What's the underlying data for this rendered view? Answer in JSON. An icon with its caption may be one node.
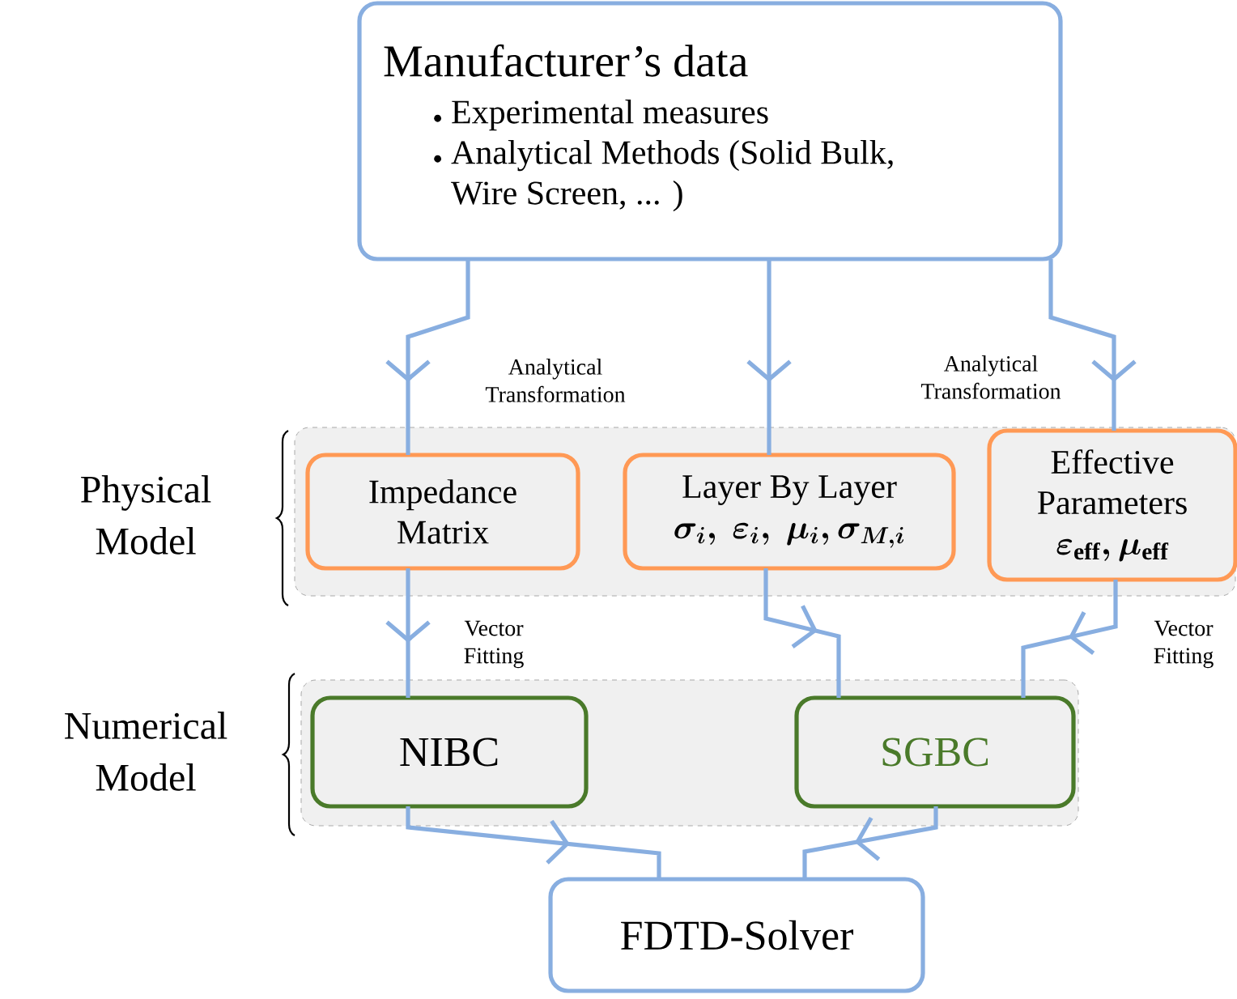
{
  "diagram": {
    "nodes": [
      {
        "text": [
          "Manufacturer’s data",
          "Experimental measures",
          "Analytical Methods (Solid Bulk, Wire Screen, ... )"
        ]
      },
      {
        "text": [
          "Physical Model"
        ]
      },
      {
        "text": [
          "Impedance Matrix"
        ],
        "in": 1
      },
      {
        "text": [
          "Layer By Layer",
          "\\sigma_i,\\ \\varepsilon_i,\\ \\mu_i, \\sigma_{M,i}"
        ],
        "in": 1
      },
      {
        "text": [
          "Effective Parameters",
          "\\varepsilon_{\\mathrm{eff}}, \\mu_{\\mathrm{eff}}"
        ],
        "in": 1
      },
      {
        "text": [
          "Numerical Model"
        ]
      },
      {
        "text": [
          "NIBC"
        ],
        "in": 5
      },
      {
        "text": [
          "SGBC"
        ],
        "in": 5
      },
      {
        "text": [
          "FDTD-Solver"
        ]
      }
    ],
    "edges": [
      {
        "from": 0,
        "to": 2,
        "arrow": "to",
        "label": "Analytical Transformation"
      },
      {
        "from": 0,
        "to": 3,
        "arrow": "to"
      },
      {
        "from": 0,
        "to": 4,
        "arrow": "to",
        "label": "Analytical Transformation"
      },
      {
        "from": 2,
        "to": 6,
        "arrow": "to",
        "label": "Vector Fitting"
      },
      {
        "from": 3,
        "to": 7,
        "arrow": "to"
      },
      {
        "from": 4,
        "to": 7,
        "arrow": "to",
        "label": "Vector Fitting"
      },
      {
        "from": 6,
        "to": 8,
        "arrow": "to"
      },
      {
        "from": 7,
        "to": 8,
        "arrow": "to"
      }
    ]
  }
}
